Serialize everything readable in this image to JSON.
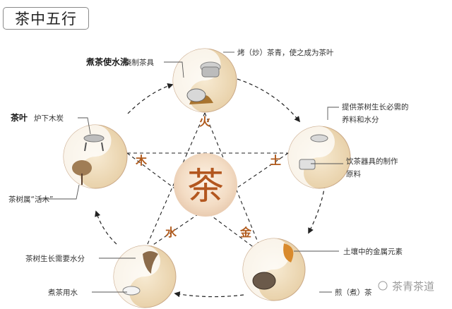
{
  "title": "茶中五行",
  "center": {
    "char": "茶"
  },
  "elements": {
    "fire": "火",
    "earth": "土",
    "metal": "金",
    "water": "水",
    "wood": "木"
  },
  "labels": {
    "fire_left_bold": "煮茶使水沸",
    "fire_left": "烧制茶具",
    "fire_right": "烤（炒）茶青，使之成为茶叶",
    "wood_top_bold": "茶叶",
    "wood_top": "炉下木炭",
    "wood_bottom": "茶树属“活木”",
    "earth_top_line1": "提供茶树生长必需的",
    "earth_top_line2": "养料和水分",
    "earth_bottom_line1": "饮茶器具的制作",
    "earth_bottom_line2": "原料",
    "water_top": "茶树生长需要水分",
    "water_bottom": "煮茶用水",
    "metal_top": "土壤中的金属元素",
    "metal_bottom": "煎（煮）茶",
    "watermark": "茶青茶道"
  },
  "colors": {
    "element_text": "#b05a1c",
    "bold_text": "#1a1a1a",
    "leader": "#555555",
    "dashed": "#222222",
    "center_char": "#b3571f"
  }
}
